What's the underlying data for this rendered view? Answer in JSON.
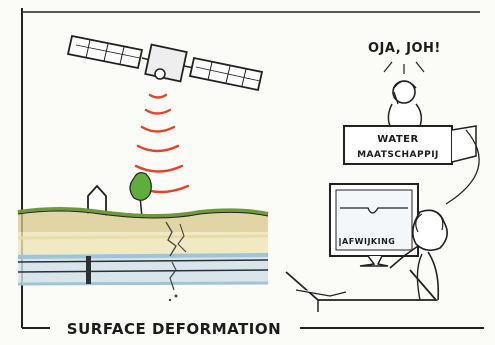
{
  "speech_text": "OJA, JOH!",
  "sign_text_line1": "WATER",
  "sign_text_line2": "MAATSCHAPPIJ",
  "monitor_text": "AFWIJKING",
  "caption": "SURFACE DEFORMATION",
  "colors": {
    "signal": "#e0452b",
    "grass": "#6f9a3a",
    "soil": "#d9c88a",
    "water": "#9fc4d6",
    "pipe": "#2b2f36",
    "tree": "#5fae3b"
  },
  "icons": [
    "satellite-icon",
    "house-icon",
    "tree-icon",
    "person-icon",
    "monitor-icon"
  ]
}
